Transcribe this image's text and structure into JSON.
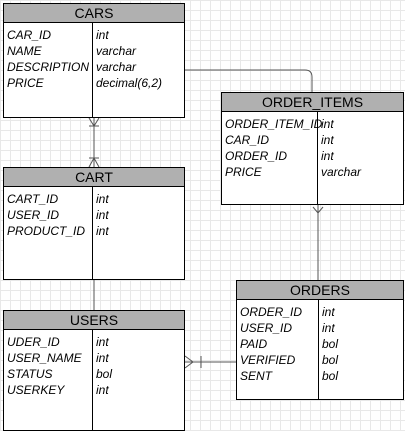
{
  "entities": {
    "cars": {
      "title": "CARS",
      "attributes": [
        {
          "name": "CAR_ID",
          "type": "int"
        },
        {
          "name": "NAME",
          "type": "varchar"
        },
        {
          "name": "DESCRIPTION",
          "type": "varchar"
        },
        {
          "name": "PRICE",
          "type": "decimal(6,2)"
        }
      ]
    },
    "cart": {
      "title": "CART",
      "attributes": [
        {
          "name": "CART_ID",
          "type": "int"
        },
        {
          "name": "USER_ID",
          "type": "int"
        },
        {
          "name": "PRODUCT_ID",
          "type": "int"
        }
      ]
    },
    "users": {
      "title": "USERS",
      "attributes": [
        {
          "name": "UDER_ID",
          "type": "int"
        },
        {
          "name": "USER_NAME",
          "type": "int"
        },
        {
          "name": "STATUS",
          "type": "bol"
        },
        {
          "name": "USERKEY",
          "type": "int"
        }
      ]
    },
    "order_items": {
      "title": "ORDER_ITEMS",
      "attributes": [
        {
          "name": "ORDER_ITEM_ID",
          "type": "int"
        },
        {
          "name": "CAR_ID",
          "type": "int"
        },
        {
          "name": "ORDER_ID",
          "type": "int"
        },
        {
          "name": "PRICE",
          "type": "varchar"
        }
      ]
    },
    "orders": {
      "title": "ORDERS",
      "attributes": [
        {
          "name": "ORDER_ID",
          "type": "int"
        },
        {
          "name": "USER_ID",
          "type": "int"
        },
        {
          "name": "PAID",
          "type": "bol"
        },
        {
          "name": "VERIFIED",
          "type": "bol"
        },
        {
          "name": "SENT",
          "type": "bol"
        }
      ]
    }
  },
  "relationships": [
    {
      "from": "CARS",
      "to": "CART",
      "notation": "one-to-one"
    },
    {
      "from": "CARS",
      "to": "ORDER_ITEMS",
      "notation": "line"
    },
    {
      "from": "CART",
      "to": "USERS",
      "notation": "line"
    },
    {
      "from": "ORDER_ITEMS",
      "to": "ORDERS",
      "notation": "one"
    },
    {
      "from": "ORDERS",
      "to": "USERS",
      "notation": "many"
    }
  ],
  "colors": {
    "header_fill": "#b0b0b0",
    "border": "#000000",
    "grid": "#e8e8e8",
    "connector": "#555555"
  }
}
